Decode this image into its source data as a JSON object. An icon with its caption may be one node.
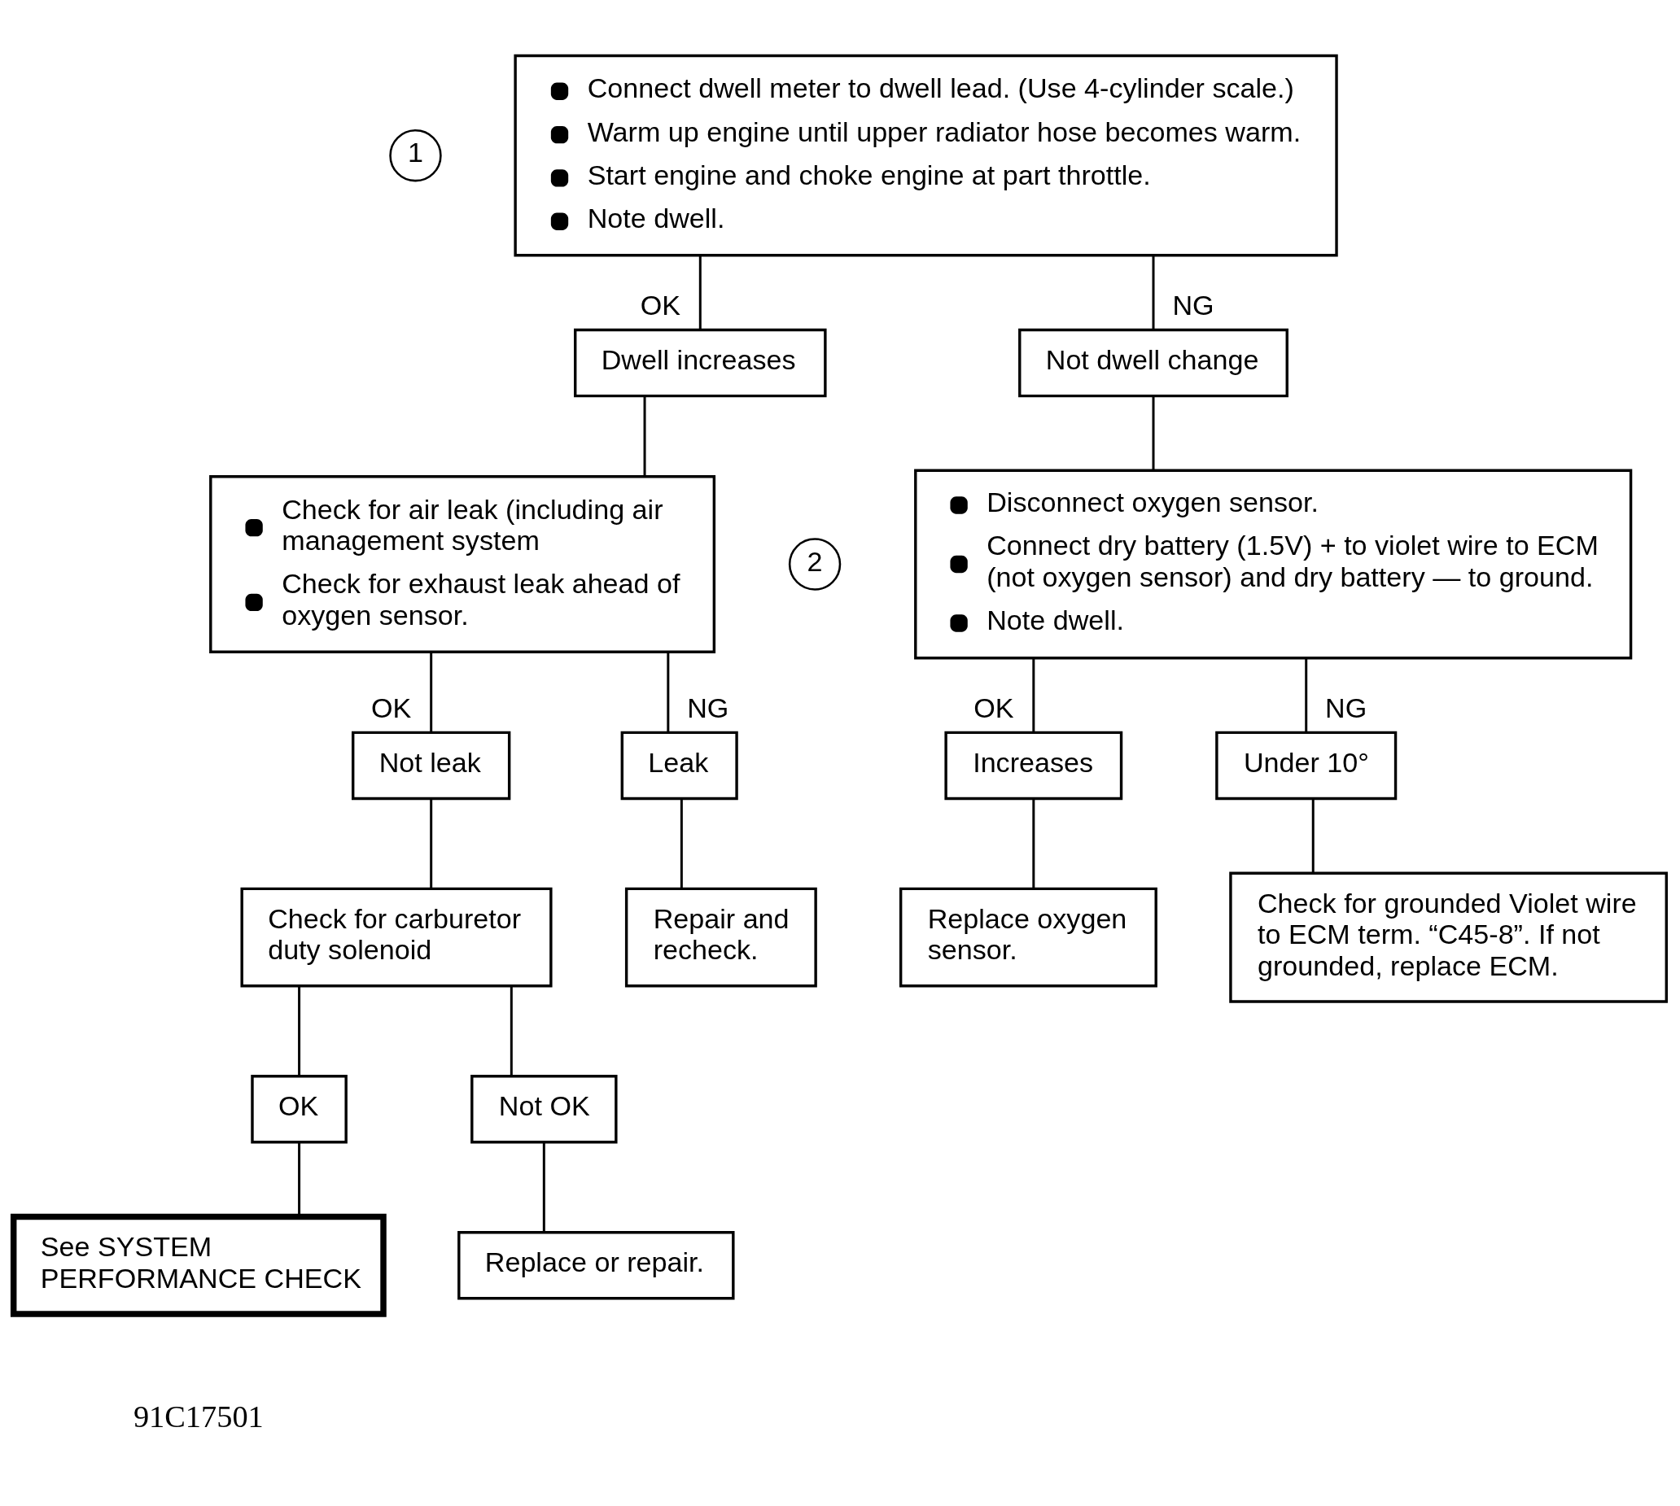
{
  "diagram": {
    "nodes": [
      {
        "text": [
          "Connect dwell meter to dwell lead. (Use 4-cylinder scale.)",
          "Warm up engine until upper radiator hose becomes warm.",
          "Start engine and choke engine at part throttle.",
          "Note dwell."
        ],
        "beside": [
          "1"
        ]
      },
      {
        "text": [
          "Dwell increases"
        ]
      },
      {
        "text": [
          "Not dwell change"
        ]
      },
      {
        "text": [
          "Check for air leak (including air management system",
          "Check for exhaust leak ahead of oxygen sensor."
        ]
      },
      {
        "text": [
          "Disconnect oxygen sensor.",
          "Connect dry battery (1.5V) + to violet wire to ECM (not oxygen sensor) and dry battery — to ground.",
          "Note dwell."
        ],
        "beside": [
          "2"
        ]
      },
      {
        "text": [
          "Not leak"
        ]
      },
      {
        "text": [
          "Leak"
        ]
      },
      {
        "text": [
          "Increases"
        ]
      },
      {
        "text": [
          "Under 10°"
        ]
      },
      {
        "text": [
          "Check for carburetor duty solenoid"
        ]
      },
      {
        "text": [
          "Repair and recheck."
        ]
      },
      {
        "text": [
          "Replace oxygen sensor."
        ]
      },
      {
        "text": [
          "Check for grounded Violet wire to ECM term. “C45-8”. If not grounded, replace ECM."
        ]
      },
      {
        "text": [
          "OK"
        ]
      },
      {
        "text": [
          "Not OK"
        ]
      },
      {
        "text": [
          "See SYSTEM PERFORMANCE CHECK"
        ]
      },
      {
        "text": [
          "Replace or repair."
        ]
      }
    ],
    "edges": [
      {
        "from": 0,
        "to": 1,
        "arrow": "none",
        "label": "OK"
      },
      {
        "from": 0,
        "to": 2,
        "arrow": "none",
        "label": "NG"
      },
      {
        "from": 1,
        "to": 3,
        "arrow": "none"
      },
      {
        "from": 2,
        "to": 4,
        "arrow": "none"
      },
      {
        "from": 3,
        "to": 5,
        "arrow": "none",
        "label": "OK"
      },
      {
        "from": 3,
        "to": 6,
        "arrow": "none",
        "label": "NG"
      },
      {
        "from": 4,
        "to": 7,
        "arrow": "none",
        "label": "OK"
      },
      {
        "from": 4,
        "to": 8,
        "arrow": "none",
        "label": "NG"
      },
      {
        "from": 5,
        "to": 9,
        "arrow": "none"
      },
      {
        "from": 6,
        "to": 10,
        "arrow": "none"
      },
      {
        "from": 7,
        "to": 11,
        "arrow": "none"
      },
      {
        "from": 8,
        "to": 12,
        "arrow": "none"
      },
      {
        "from": 9,
        "to": 13,
        "arrow": "none"
      },
      {
        "from": 9,
        "to": 14,
        "arrow": "none"
      },
      {
        "from": 13,
        "to": 15,
        "arrow": "none"
      },
      {
        "from": 14,
        "to": 16,
        "arrow": "none"
      }
    ],
    "labels": [
      "91C17501"
    ]
  }
}
